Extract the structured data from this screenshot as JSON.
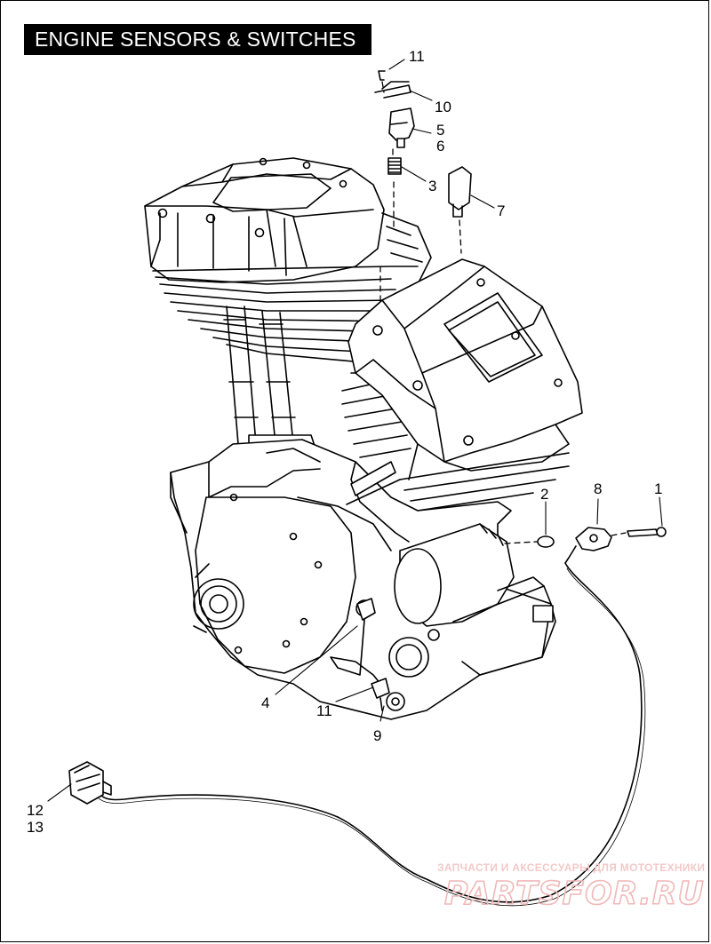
{
  "title": "ENGINE SENSORS & SWITCHES",
  "callouts": [
    "11",
    "10",
    "5",
    "6",
    "3",
    "7",
    "2",
    "8",
    "1",
    "4",
    "11",
    "9",
    "12",
    "13"
  ],
  "watermark": {
    "subtitle": "ЗАПЧАСТИ И АКСЕССУАРЫ ДЛЯ МОТОТЕХНИКИ",
    "logo": "PARTSFOR.RU"
  }
}
